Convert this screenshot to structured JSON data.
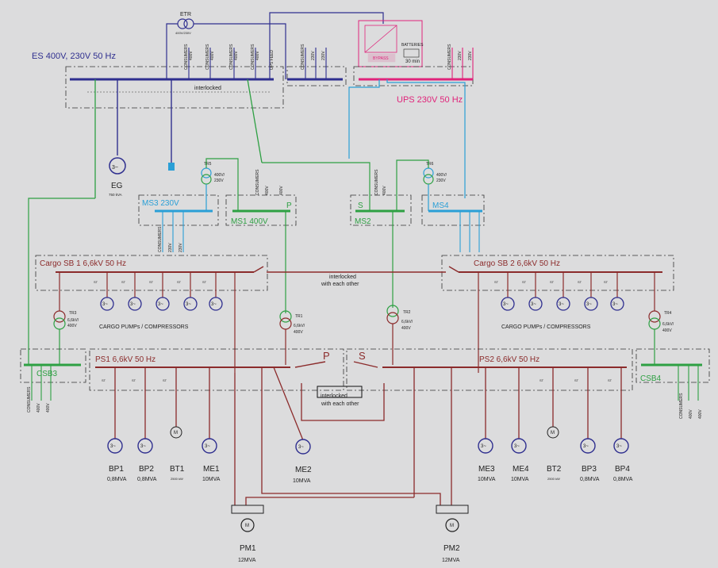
{
  "colors": {
    "mv": "#8b2b2b",
    "es": "#2f2f8f",
    "ms": "#2ea043",
    "ms_lv": "#2a9fd6",
    "ups": "#e0237a",
    "background": "#dcdcdd"
  },
  "labels": {
    "es_board": "ES 400V, 230V 50 Hz",
    "es_interlocked": "interlocked",
    "etr": "ETR",
    "etr_rating": "400V/230V",
    "eg": "EG",
    "eg_rating": "750 kVA",
    "ups_board": "UPS 230V 50 Hz",
    "ups_bypass": "BYPASS",
    "ups_batteries": "BATTERIES",
    "ups_time": "30 min",
    "ms3": "MS3 230V",
    "ms1": "MS1 400V",
    "ms1_p": "P",
    "ms2": "MS2",
    "ms2_s": "S",
    "ms4": "MS4",
    "tr5": "TR5",
    "tr5_rating_1": "400V/",
    "tr5_rating_2": "230V",
    "tr6": "TR6",
    "tr6_rating_1": "400V/",
    "tr6_rating_2": "230V",
    "cargo_sb1": "Cargo SB 1 6,6kV 50 Hz",
    "cargo_sb2": "Cargo SB 2 6,6kV 50 Hz",
    "cargo_interlock_1": "interlocked",
    "cargo_interlock_2": "with each other",
    "cargo_pumps_1": "CARGO PUMPs / COMPRESSORS",
    "cargo_pumps_2": "CARGO PUMPs / COMPRESSORS",
    "tr1": "TR1",
    "tr2": "TR2",
    "tr3": "TR3",
    "tr4": "TR4",
    "tr_mv_rating_1": "6,6kV/",
    "tr_mv_rating_2": "400V",
    "ps1": "PS1 6,6kV 50 Hz",
    "ps1_p": "P",
    "ps2": "PS2 6,6kV 50 Hz",
    "ps2_s": "S",
    "ps_interlock_1": "interlocked",
    "ps_interlock_2": "with each other",
    "csb3": "CSB3",
    "csb4": "CSB4",
    "st": "ST",
    "gen_symbol": "3~",
    "motor_symbol": "M",
    "consumers": "CONSUMERS",
    "v400": "400V",
    "v230": "230V",
    "ups_feed": "UPS FEED",
    "bp1": "BP1",
    "bp1_r": "0,8MVA",
    "bp2": "BP2",
    "bp2_r": "0,8MVA",
    "bt1": "BT1",
    "bt1_r": "2500 kW",
    "me1": "ME1",
    "me1_r": "10MVA",
    "me2": "ME2",
    "me2_r": "10MVA",
    "me3": "ME3",
    "me3_r": "10MVA",
    "me4": "ME4",
    "me4_r": "10MVA",
    "bt2": "BT2",
    "bt2_r": "2500 kW",
    "bp3": "BP3",
    "bp3_r": "0,8MVA",
    "bp4": "BP4",
    "bp4_r": "0,8MVA",
    "pm1": "PM1",
    "pm1_r": "12MVA",
    "pm2": "PM2",
    "pm2_r": "12MVA"
  }
}
